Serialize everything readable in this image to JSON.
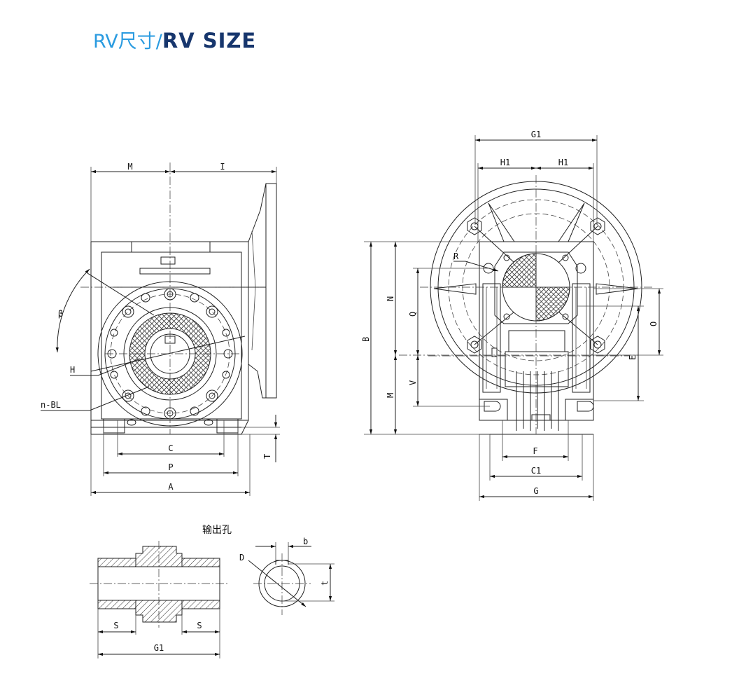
{
  "title": {
    "cn": "RV尺寸/",
    "en": "RV SIZE"
  },
  "side_view": {
    "labels": {
      "M": "M",
      "I": "I",
      "beta": "β",
      "H": "H",
      "nBL": "n-BL",
      "C": "C",
      "P": "P",
      "A": "A",
      "T": "T"
    }
  },
  "front_view": {
    "labels": {
      "G1": "G1",
      "H1_left": "H1",
      "H1_right": "H1",
      "R": "R",
      "B": "B",
      "N": "N",
      "M": "M",
      "Q": "Q",
      "V": "V",
      "O": "O",
      "E": "E",
      "F": "F",
      "C1": "C1",
      "G": "G"
    }
  },
  "output_hole": {
    "caption": "输出孔",
    "labels": {
      "S_left": "S",
      "S_right": "S",
      "G1": "G1",
      "D": "D",
      "b": "b",
      "t": "t"
    }
  }
}
